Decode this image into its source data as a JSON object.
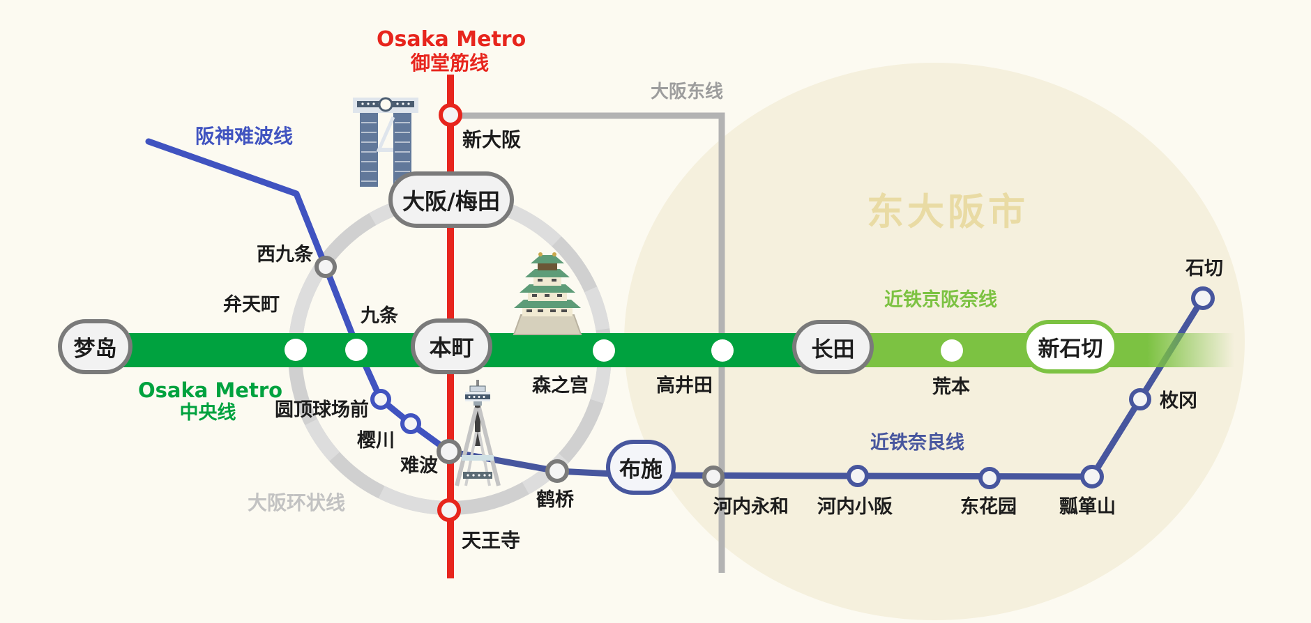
{
  "region_label": "东大阪市",
  "line_labels": {
    "midosuji_en": "Osaka Metro",
    "midosuji_zh": "御堂筋线",
    "chuo_en": "Osaka Metro",
    "chuo_zh": "中央线",
    "hanshin": "阪神难波线",
    "osaka_higashi": "大阪东线",
    "osaka_loop": "大阪环状线",
    "keihanna": "近铁京阪奈线",
    "kintetsu_nara": "近铁奈良线"
  },
  "colors": {
    "midosuji_red": "#e7251d",
    "chuo_green": "#00a23f",
    "keihanna_green": "#7cc242",
    "hanshin_blue": "#4053c0",
    "kintetsu_blue": "#47569e",
    "jr_gray": "#b3b3b3",
    "loop_gray": "#d8d8d8",
    "region_fill": "#f5f0dd",
    "region_text": "#e9dba4"
  },
  "stations": {
    "shin_osaka": "新大阪",
    "osaka_umeda": "大阪/梅田",
    "nishikujo": "西九条",
    "bentencho": "弁天町",
    "kujo": "九条",
    "yumeshima": "梦岛",
    "hommachi": "本町",
    "morinomiya": "森之宫",
    "takaida": "高井田",
    "nagata": "长田",
    "aramoto": "荒本",
    "shin_ishikiri": "新石切",
    "ishikiri": "石切",
    "hiraoka": "枚冈",
    "hyotanyama": "瓢箪山",
    "higashi_hanazono": "东花园",
    "kawachi_kosaka": "河内小阪",
    "kawachi_eiwa": "河内永和",
    "fuse": "布施",
    "tsuruhashi": "鹤桥",
    "namba": "难波",
    "sakuragawa": "樱川",
    "dome_mae": "圆顶球场前",
    "tennoji": "天王寺"
  }
}
